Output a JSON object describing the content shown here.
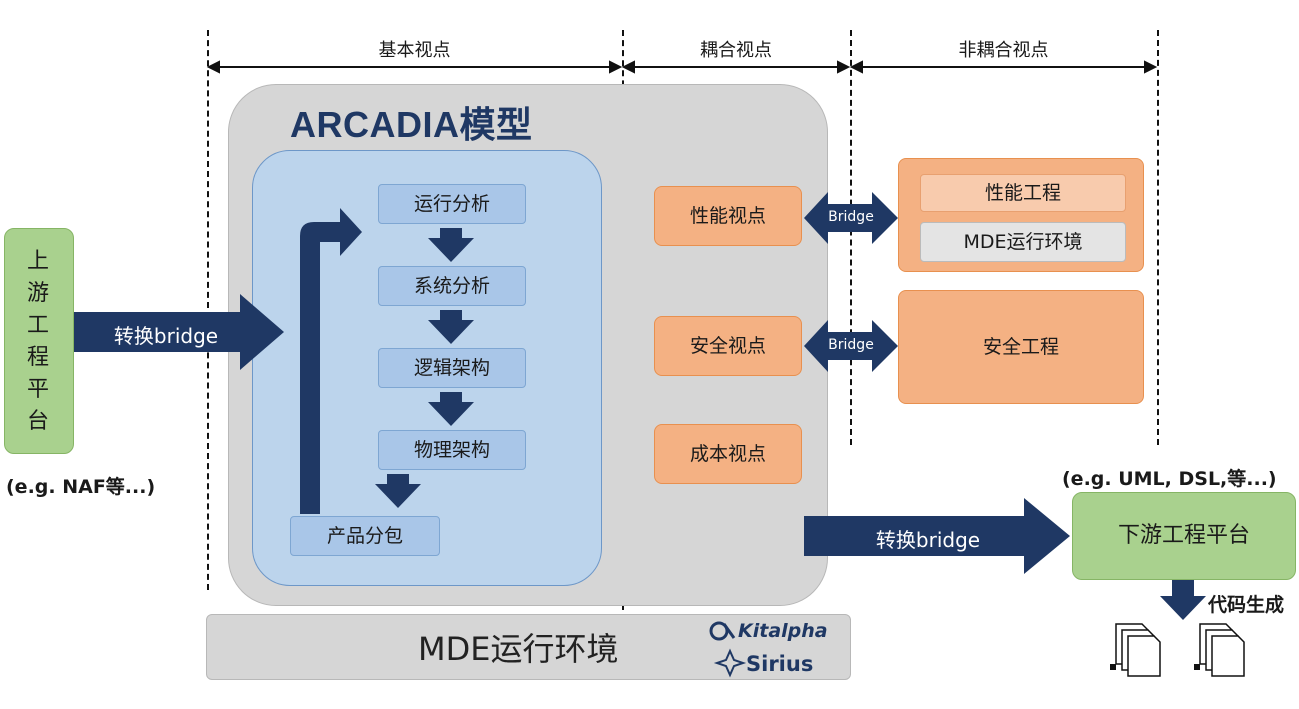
{
  "headers": {
    "basic_view": "基本视点",
    "coupled_view": "耦合视点",
    "uncoupled_view": "非耦合视点"
  },
  "model": {
    "title": "ARCADIA模型"
  },
  "steps": [
    "运行分析",
    "系统分析",
    "逻辑架构",
    "物理架构"
  ],
  "product_pkg": "产品分包",
  "viewpoints": {
    "performance": "性能视点",
    "security": "安全视点",
    "cost": "成本视点"
  },
  "bridge_label": "Bridge",
  "engineering": {
    "performance": "性能工程",
    "mde_runtime": "MDE运行环境",
    "security": "安全工程"
  },
  "upstream": {
    "label": "上游工程平台",
    "example": "(e.g. NAF等...)",
    "bridge": "转换bridge"
  },
  "downstream": {
    "label": "下游工程平台",
    "example": "(e.g. UML, DSL,等...)",
    "bridge": "转换bridge",
    "codegen": "代码生成"
  },
  "runtime": {
    "label": "MDE运行环境",
    "logo1": "Kitalpha",
    "logo2": "Sirius"
  },
  "colors": {
    "navy": "#1f3864",
    "orange": "#f4b183",
    "green": "#a9d18e",
    "lightblue": "#bcd4ec"
  }
}
